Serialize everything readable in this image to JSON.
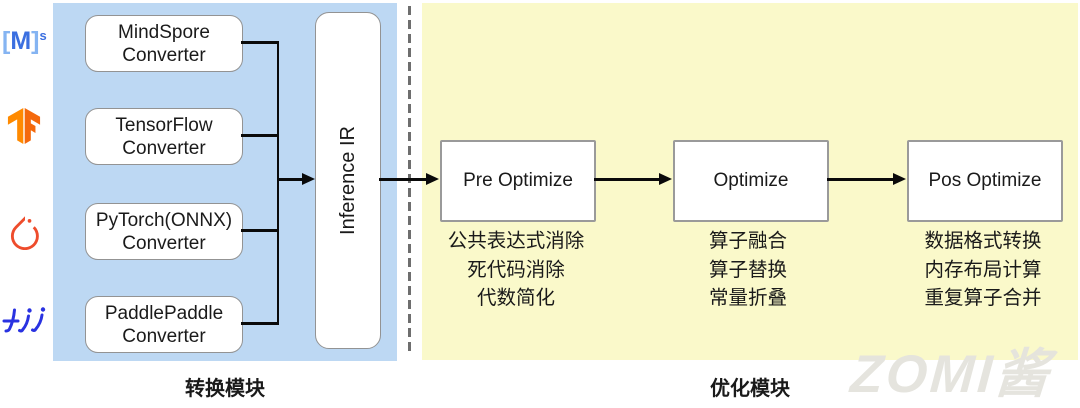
{
  "conversion": {
    "label": "转换模块",
    "converters": [
      {
        "line1": "MindSpore",
        "line2": "Converter"
      },
      {
        "line1": "TensorFlow",
        "line2": "Converter"
      },
      {
        "line1": "PyTorch(ONNX)",
        "line2": "Converter"
      },
      {
        "line1": "PaddlePaddle",
        "line2": "Converter"
      }
    ],
    "ir_label": "Inference IR"
  },
  "optimization": {
    "label": "优化模块",
    "stages": [
      {
        "title": "Pre Optimize",
        "items": [
          "公共表达式消除",
          "死代码消除",
          "代数简化"
        ]
      },
      {
        "title": "Optimize",
        "items": [
          "算子融合",
          "算子替换",
          "常量折叠"
        ]
      },
      {
        "title": "Pos Optimize",
        "items": [
          "数据格式转换",
          "内存布局计算",
          "重复算子合并"
        ]
      }
    ]
  },
  "icons": {
    "mindspore": {
      "open": "[",
      "letter": "M",
      "close": "]",
      "sup": "s"
    },
    "names": [
      "mindspore-icon",
      "tensorflow-icon",
      "pytorch-icon",
      "paddlepaddle-icon"
    ]
  },
  "watermark": "ZOMI酱",
  "colors": {
    "panel_blue": "#BDD8F3",
    "panel_yellow": "#FAF9CA",
    "mindspore_blue": "#3B6FE0",
    "mindspore_light_blue": "#85B4F2",
    "tensorflow_orange": "#FF8A00",
    "pytorch_red": "#EE4C2C",
    "paddle_blue": "#2932E1",
    "line_black": "#0a0a0a",
    "border_gray": "#9a9a9a"
  }
}
